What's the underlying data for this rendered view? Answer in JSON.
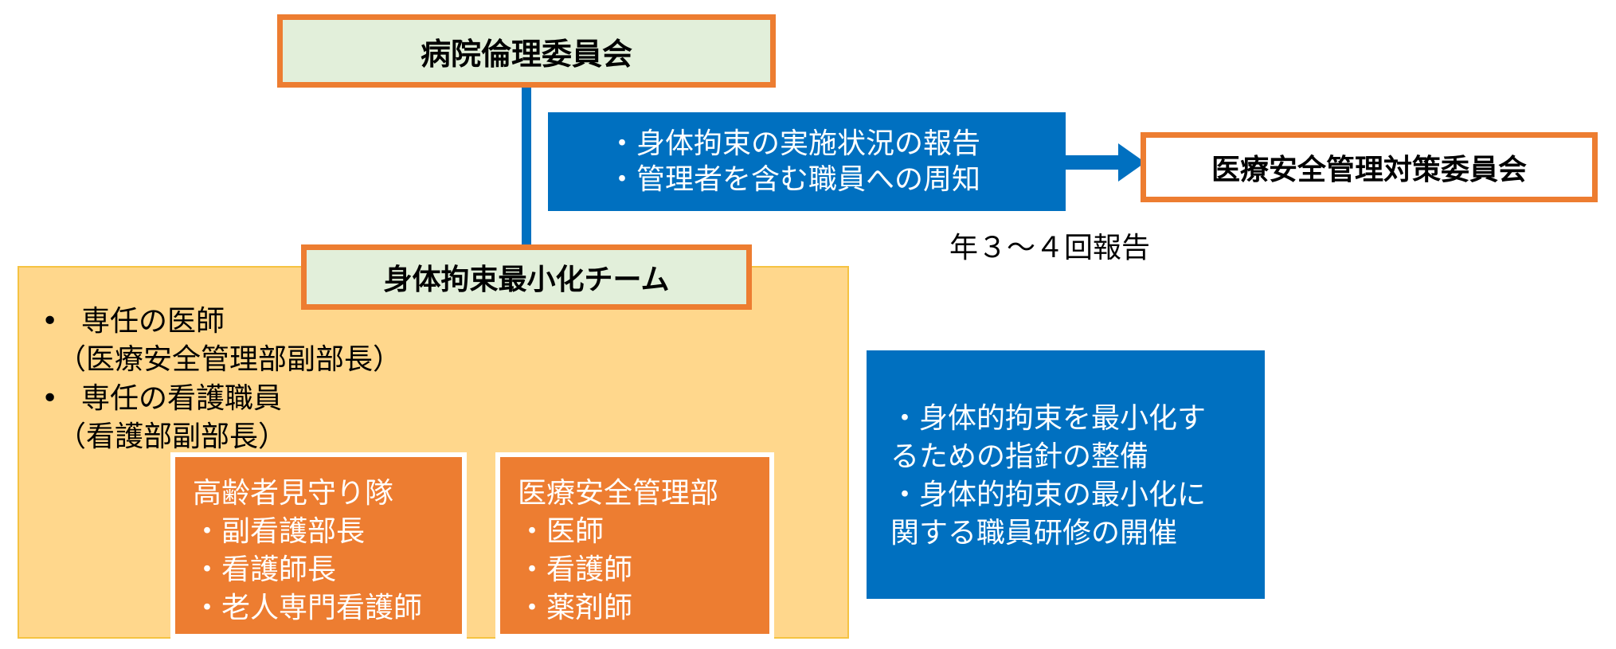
{
  "ethics_committee": "病院倫理委員会",
  "report_box": {
    "lines": [
      "・身体拘束の実施状況の報告",
      "・管理者を含む職員への周知"
    ]
  },
  "safety_committee": "医療安全管理対策委員会",
  "report_frequency": "年３～４回報告",
  "team": {
    "title": "身体拘束最小化チーム",
    "members": [
      {
        "bullet": "•",
        "role": "専任の医師",
        "detail": "（医療安全管理部副部長）"
      },
      {
        "bullet": "•",
        "role": "専任の看護職員",
        "detail": "（看護部副部長）"
      }
    ],
    "elder_watch": {
      "title": "高齢者見守り隊",
      "items": [
        "・副看護部長",
        "・看護師長",
        "・老人専門看護師"
      ]
    },
    "medical_safety": {
      "title": "医療安全管理部",
      "items": [
        "・医師",
        "・看護師",
        "・薬剤師"
      ]
    }
  },
  "guideline_box": {
    "lines": [
      "・身体的拘束を最小化す",
      "るための指針の整備",
      "・身体的拘束の最小化に",
      "関する職員研修の開催"
    ]
  },
  "colors": {
    "accent_orange": "#ed7d31",
    "brand_blue": "#0070c0",
    "light_green": "#e2efda",
    "team_yellow": "#ffd78c"
  }
}
